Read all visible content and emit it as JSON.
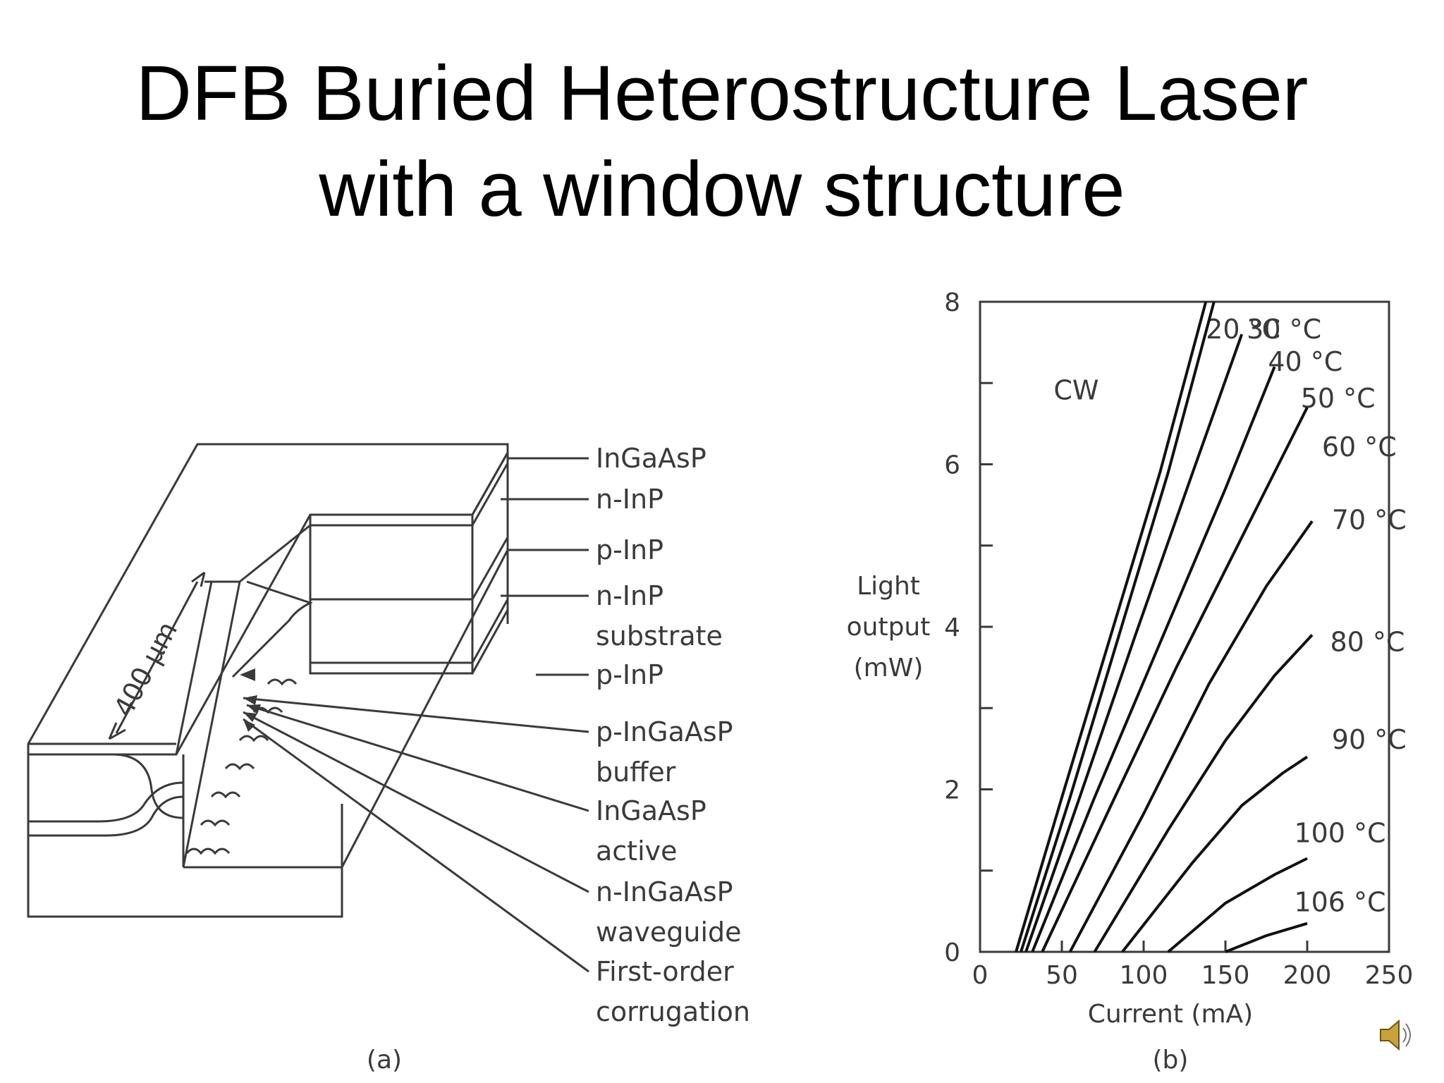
{
  "title": {
    "line1": "DFB Buried Heterostructure Laser",
    "line2": "with a window structure"
  },
  "diagram": {
    "caption": "(a)",
    "dimension_label": "400 μm",
    "layer_labels": [
      {
        "lines": [
          "InGaAsP"
        ]
      },
      {
        "lines": [
          "n-InP"
        ]
      },
      {
        "lines": [
          "p-InP"
        ]
      },
      {
        "lines": [
          "n-InP",
          "substrate"
        ]
      },
      {
        "lines": [
          "p-InP"
        ]
      },
      {
        "lines": [
          "p-InGaAsP",
          "buffer"
        ]
      },
      {
        "lines": [
          "InGaAsP",
          "active"
        ]
      },
      {
        "lines": [
          "n-InGaAsP",
          "waveguide"
        ]
      },
      {
        "lines": [
          "First-order",
          "corrugation"
        ]
      }
    ]
  },
  "chart_data": {
    "type": "line",
    "caption": "(b)",
    "xlabel": "Current (mA)",
    "ylabel_lines": [
      "Light",
      "output",
      "(mW)"
    ],
    "annotation": "CW",
    "xlim": [
      0,
      250
    ],
    "ylim": [
      0,
      8
    ],
    "xticks": [
      0,
      50,
      100,
      150,
      200,
      250
    ],
    "yticks": [
      0,
      2,
      4,
      6,
      8
    ],
    "grid": false,
    "series": [
      {
        "name": "20 °C",
        "x": [
          22,
          50,
          80,
          110,
          138
        ],
        "y": [
          0,
          1.9,
          3.9,
          5.9,
          8.0
        ],
        "label_pos": [
          138,
          7.55
        ]
      },
      {
        "name": "30 °C",
        "x": [
          25,
          55,
          85,
          115,
          143
        ],
        "y": [
          0,
          1.9,
          3.9,
          5.9,
          8.0
        ],
        "label_pos": [
          163,
          7.55
        ]
      },
      {
        "name": "40 °C",
        "x": [
          28,
          60,
          95,
          130,
          160
        ],
        "y": [
          0,
          1.85,
          3.9,
          5.9,
          7.6
        ],
        "label_pos": [
          176,
          7.15
        ]
      },
      {
        "name": "50 °C",
        "x": [
          32,
          70,
          110,
          150,
          180
        ],
        "y": [
          0,
          1.9,
          3.8,
          5.7,
          7.2
        ],
        "label_pos": [
          196,
          6.7
        ]
      },
      {
        "name": "60 °C",
        "x": [
          38,
          80,
          120,
          160,
          200
        ],
        "y": [
          0,
          1.8,
          3.5,
          5.1,
          6.7
        ],
        "label_pos": [
          209,
          6.1
        ]
      },
      {
        "name": "70 °C",
        "x": [
          55,
          100,
          140,
          175,
          203
        ],
        "y": [
          0,
          1.7,
          3.3,
          4.5,
          5.3
        ],
        "label_pos": [
          215,
          5.2
        ]
      },
      {
        "name": "80 °C",
        "x": [
          70,
          115,
          150,
          180,
          203
        ],
        "y": [
          0,
          1.5,
          2.6,
          3.4,
          3.9
        ],
        "label_pos": [
          214,
          3.7
        ]
      },
      {
        "name": "90 °C",
        "x": [
          87,
          130,
          160,
          185,
          200
        ],
        "y": [
          0,
          1.1,
          1.8,
          2.2,
          2.4
        ],
        "label_pos": [
          215,
          2.5
        ]
      },
      {
        "name": "100 °C",
        "x": [
          115,
          150,
          180,
          200
        ],
        "y": [
          0,
          0.6,
          0.95,
          1.15
        ],
        "label_pos": [
          192,
          1.35
        ]
      },
      {
        "name": "106 °C",
        "x": [
          150,
          175,
          200
        ],
        "y": [
          0,
          0.2,
          0.35
        ],
        "label_pos": [
          192,
          0.5
        ]
      }
    ]
  },
  "speaker": {
    "icon": "speaker-icon"
  }
}
